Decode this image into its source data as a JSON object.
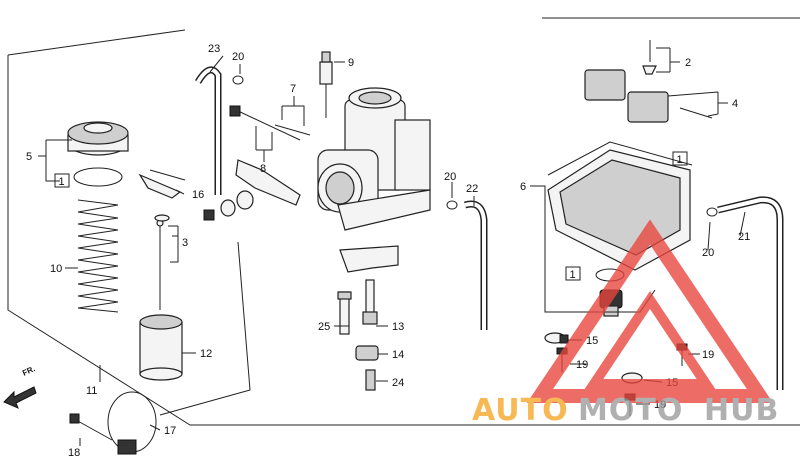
{
  "labels": {
    "p1a": "1",
    "p1b": "1",
    "p1c": "1",
    "p2": "2",
    "p3": "3",
    "p4": "4",
    "p5": "5",
    "p6": "6",
    "p7": "7",
    "p8": "8",
    "p9": "9",
    "p10": "10",
    "p11": "11",
    "p12": "12",
    "p13": "13",
    "p14": "14",
    "p15a": "15",
    "p15b": "15",
    "p16": "16",
    "p17": "17",
    "p18": "18",
    "p19a": "19",
    "p19b": "19",
    "p19c": "19",
    "p20a": "20",
    "p20b": "20",
    "p20c": "20",
    "p21": "21",
    "p22": "22",
    "p23": "23",
    "p24": "24",
    "p25": "25"
  },
  "front_arrow": "FR.",
  "watermark": {
    "auto": "AUTO",
    "moto": "MOTO",
    "hub": "HUB"
  },
  "colors": {
    "watermark_orange": "#f5a623",
    "watermark_gray": "#9a9a9a",
    "watermark_red": "#e8453c"
  }
}
